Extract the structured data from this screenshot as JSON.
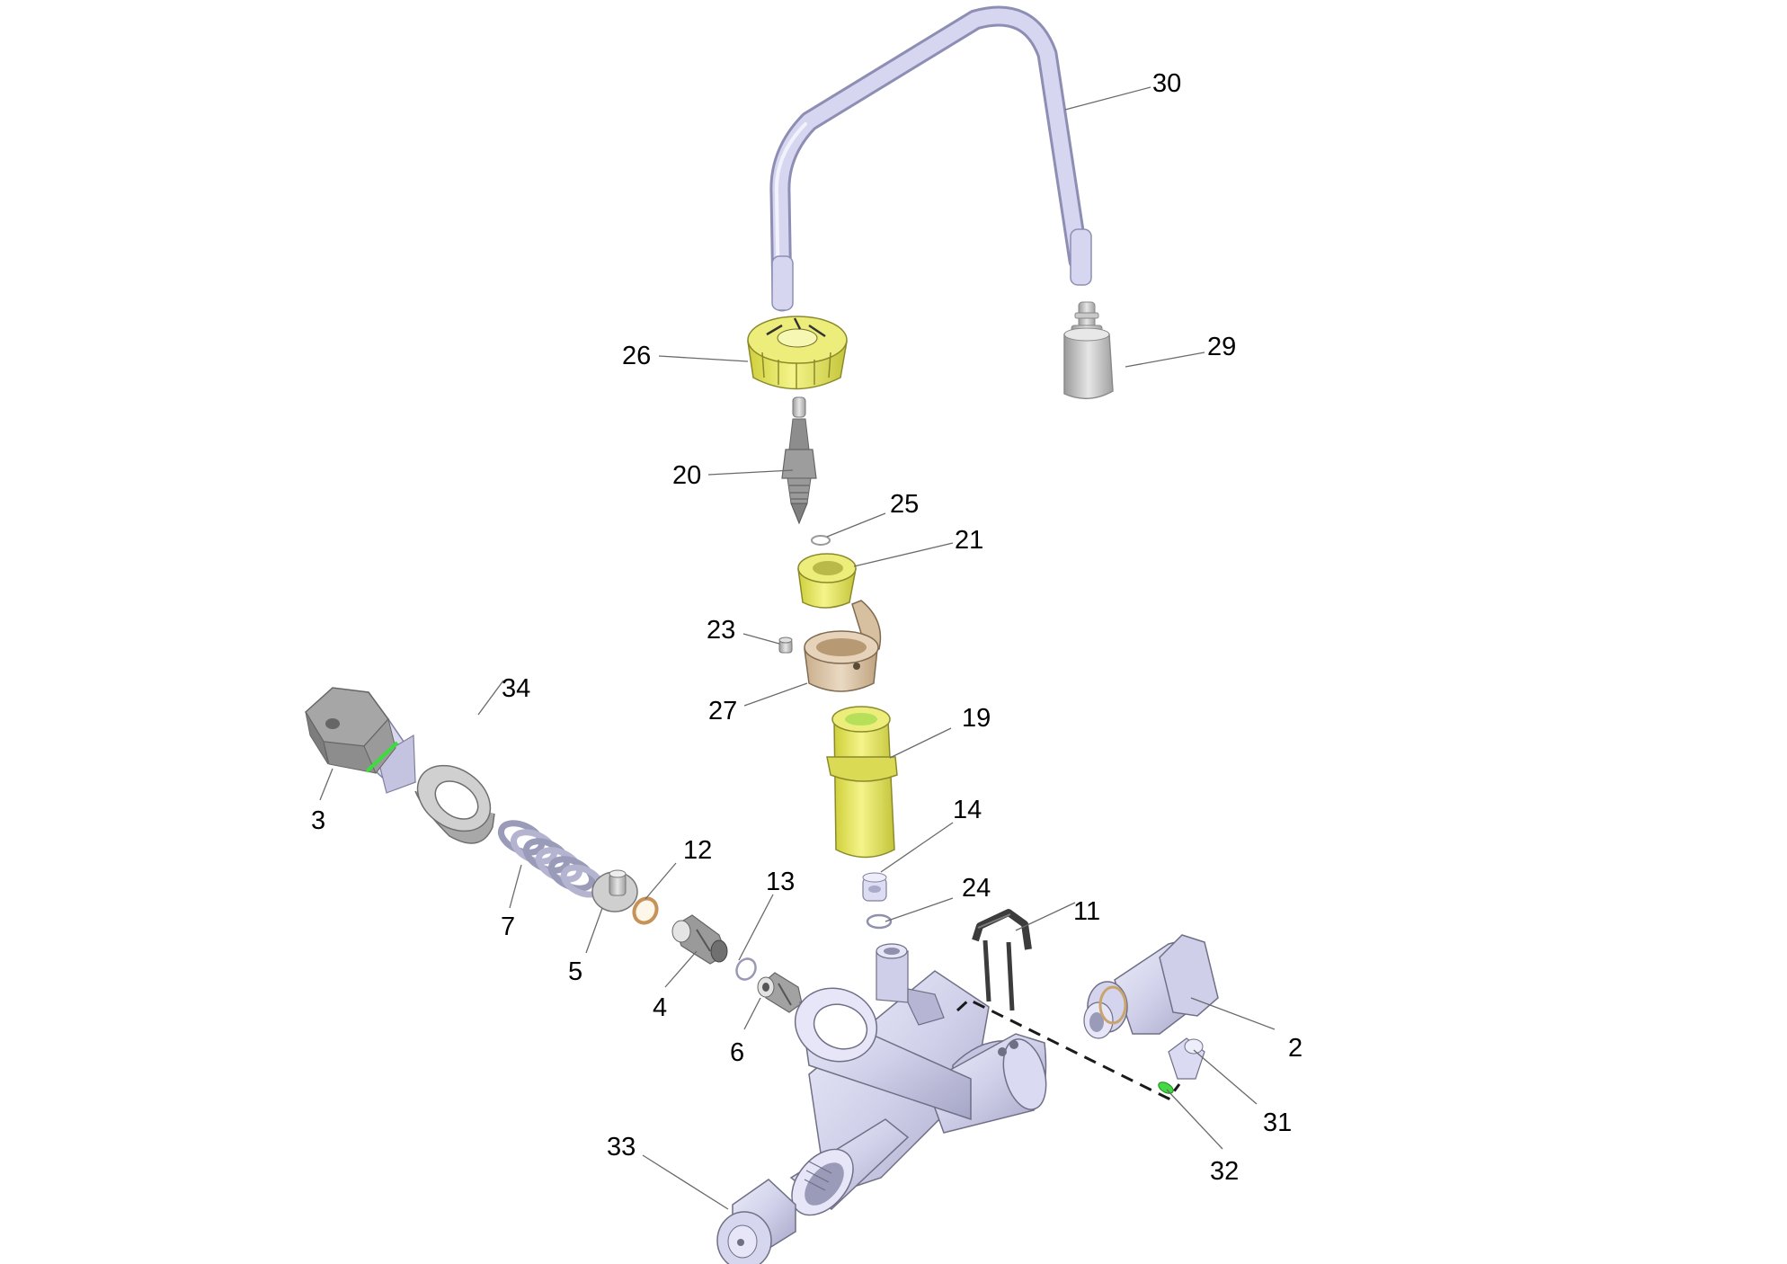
{
  "diagram": {
    "type": "exploded-parts-view",
    "colors": {
      "housing": "#d3d3ec",
      "housing_shade": "#a9a9c9",
      "pipe": "#cfcfec",
      "yellow_part": "#ecec6a",
      "tan_part": "#dcc6a8",
      "metal_dark": "#8d8d8d",
      "metal_light": "#d6d6d6",
      "clip": "#505050",
      "seal_green": "#3ddc3d",
      "leader_line": "#6a6a6a"
    },
    "callouts": [
      {
        "id": "30",
        "label": "30"
      },
      {
        "id": "29",
        "label": "29"
      },
      {
        "id": "26",
        "label": "26"
      },
      {
        "id": "20",
        "label": "20"
      },
      {
        "id": "25",
        "label": "25"
      },
      {
        "id": "21",
        "label": "21"
      },
      {
        "id": "23",
        "label": "23"
      },
      {
        "id": "27",
        "label": "27"
      },
      {
        "id": "19",
        "label": "19"
      },
      {
        "id": "34",
        "label": "34"
      },
      {
        "id": "3",
        "label": "3"
      },
      {
        "id": "14",
        "label": "14"
      },
      {
        "id": "12",
        "label": "12"
      },
      {
        "id": "13",
        "label": "13"
      },
      {
        "id": "24",
        "label": "24"
      },
      {
        "id": "11",
        "label": "11"
      },
      {
        "id": "7",
        "label": "7"
      },
      {
        "id": "5",
        "label": "5"
      },
      {
        "id": "4",
        "label": "4"
      },
      {
        "id": "6",
        "label": "6"
      },
      {
        "id": "2",
        "label": "2"
      },
      {
        "id": "31",
        "label": "31"
      },
      {
        "id": "33",
        "label": "33"
      },
      {
        "id": "32",
        "label": "32"
      }
    ]
  }
}
